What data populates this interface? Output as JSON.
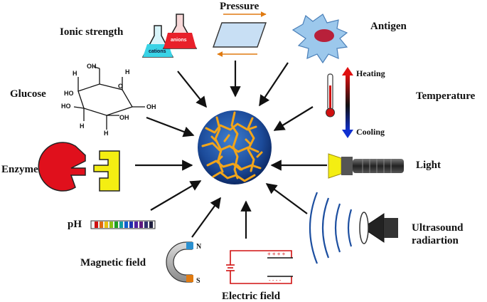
{
  "stimuli": {
    "pressure": "Pressure",
    "ionic_strength": "Ionic strength",
    "antigen": "Antigen",
    "glucose": "Glucose",
    "temperature": "Temperature",
    "heating": "Heating",
    "cooling": "Cooling",
    "enzyme": "Enzyme",
    "light": "Light",
    "ph": "pH",
    "ultrasound_line1": "Ultrasound",
    "ultrasound_line2": "radiartion",
    "magnetic_field": "Magnetic field",
    "electric_field": "Electric field"
  },
  "flask_labels": {
    "cations": "cations",
    "anions": "anions"
  },
  "magnet_labels": {
    "north": "N",
    "south": "S"
  },
  "glucose_atoms": {
    "oh": "OH",
    "ho": "HO",
    "h": "H",
    "o": "O"
  },
  "battery_signs": {
    "plus": "+ + + +",
    "minus": "- - - -"
  },
  "colors": {
    "hydrogel": "#1d4fa0",
    "network": "#f2a51a",
    "arrow": "#111111",
    "enzyme_red": "#e0101c",
    "substrate_yellow": "#f4ee12"
  },
  "icons": [
    "hydrogel-icon",
    "flask-icon",
    "pressure-plate-icon",
    "cell-icon",
    "glucose-icon",
    "thermometer-icon",
    "enzyme-icon",
    "flashlight-icon",
    "ph-strip-icon",
    "magnet-icon",
    "circuit-icon",
    "speaker-icon"
  ]
}
